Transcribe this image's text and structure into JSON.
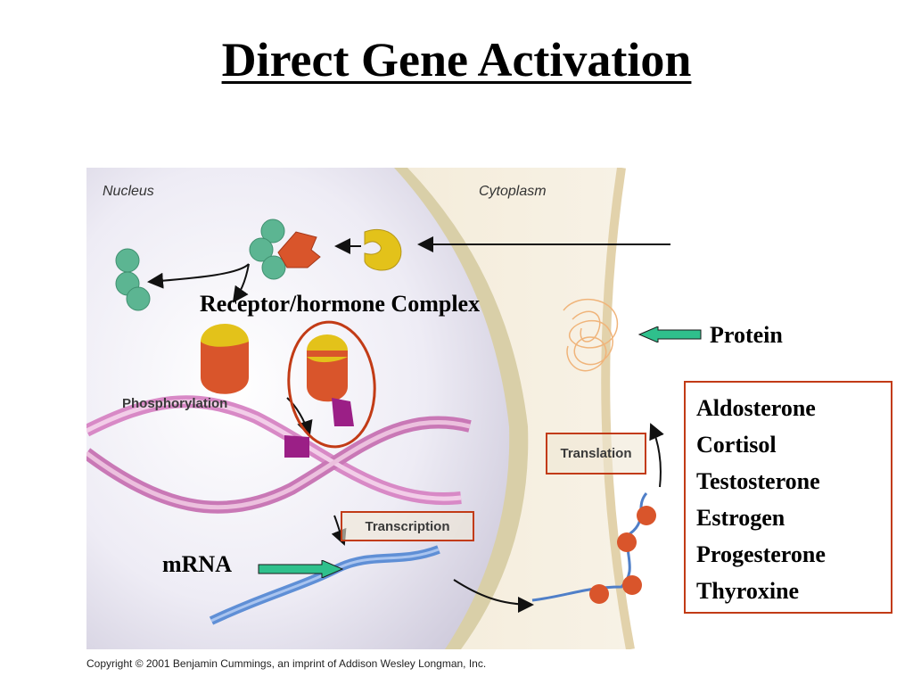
{
  "title": "Direct Gene Activation",
  "figure": {
    "nucleus_label": "Nucleus",
    "cytoplasm_label": "Cytoplasm",
    "phosphorylation_label": "Phosphorylation",
    "transcription_label": "Transcription",
    "translation_label": "Translation",
    "copyright": "Copyright © 2001 Benjamin Cummings, an imprint of Addison Wesley Longman, Inc."
  },
  "annotations": {
    "receptor_complex": "Receptor/hormone Complex",
    "protein": "Protein",
    "mrna": "mRNA"
  },
  "hormones": [
    "Aldosterone",
    "Cortisol",
    "Testosterone",
    "Estrogen",
    "Progesterone",
    "Thyroxine"
  ],
  "colors": {
    "highlight_red": "#c23b16",
    "arrow_green": "#2fc08c",
    "hormone_yellow": "#e3c21a",
    "receptor_red": "#d9552b",
    "subunit_green": "#5cb592",
    "dna_pink": "#d889c6",
    "mrna_blue": "#5f8fd6",
    "cytoplasm_tan": "#efe3c9",
    "nucleus_lavender": "#eceaf4"
  }
}
